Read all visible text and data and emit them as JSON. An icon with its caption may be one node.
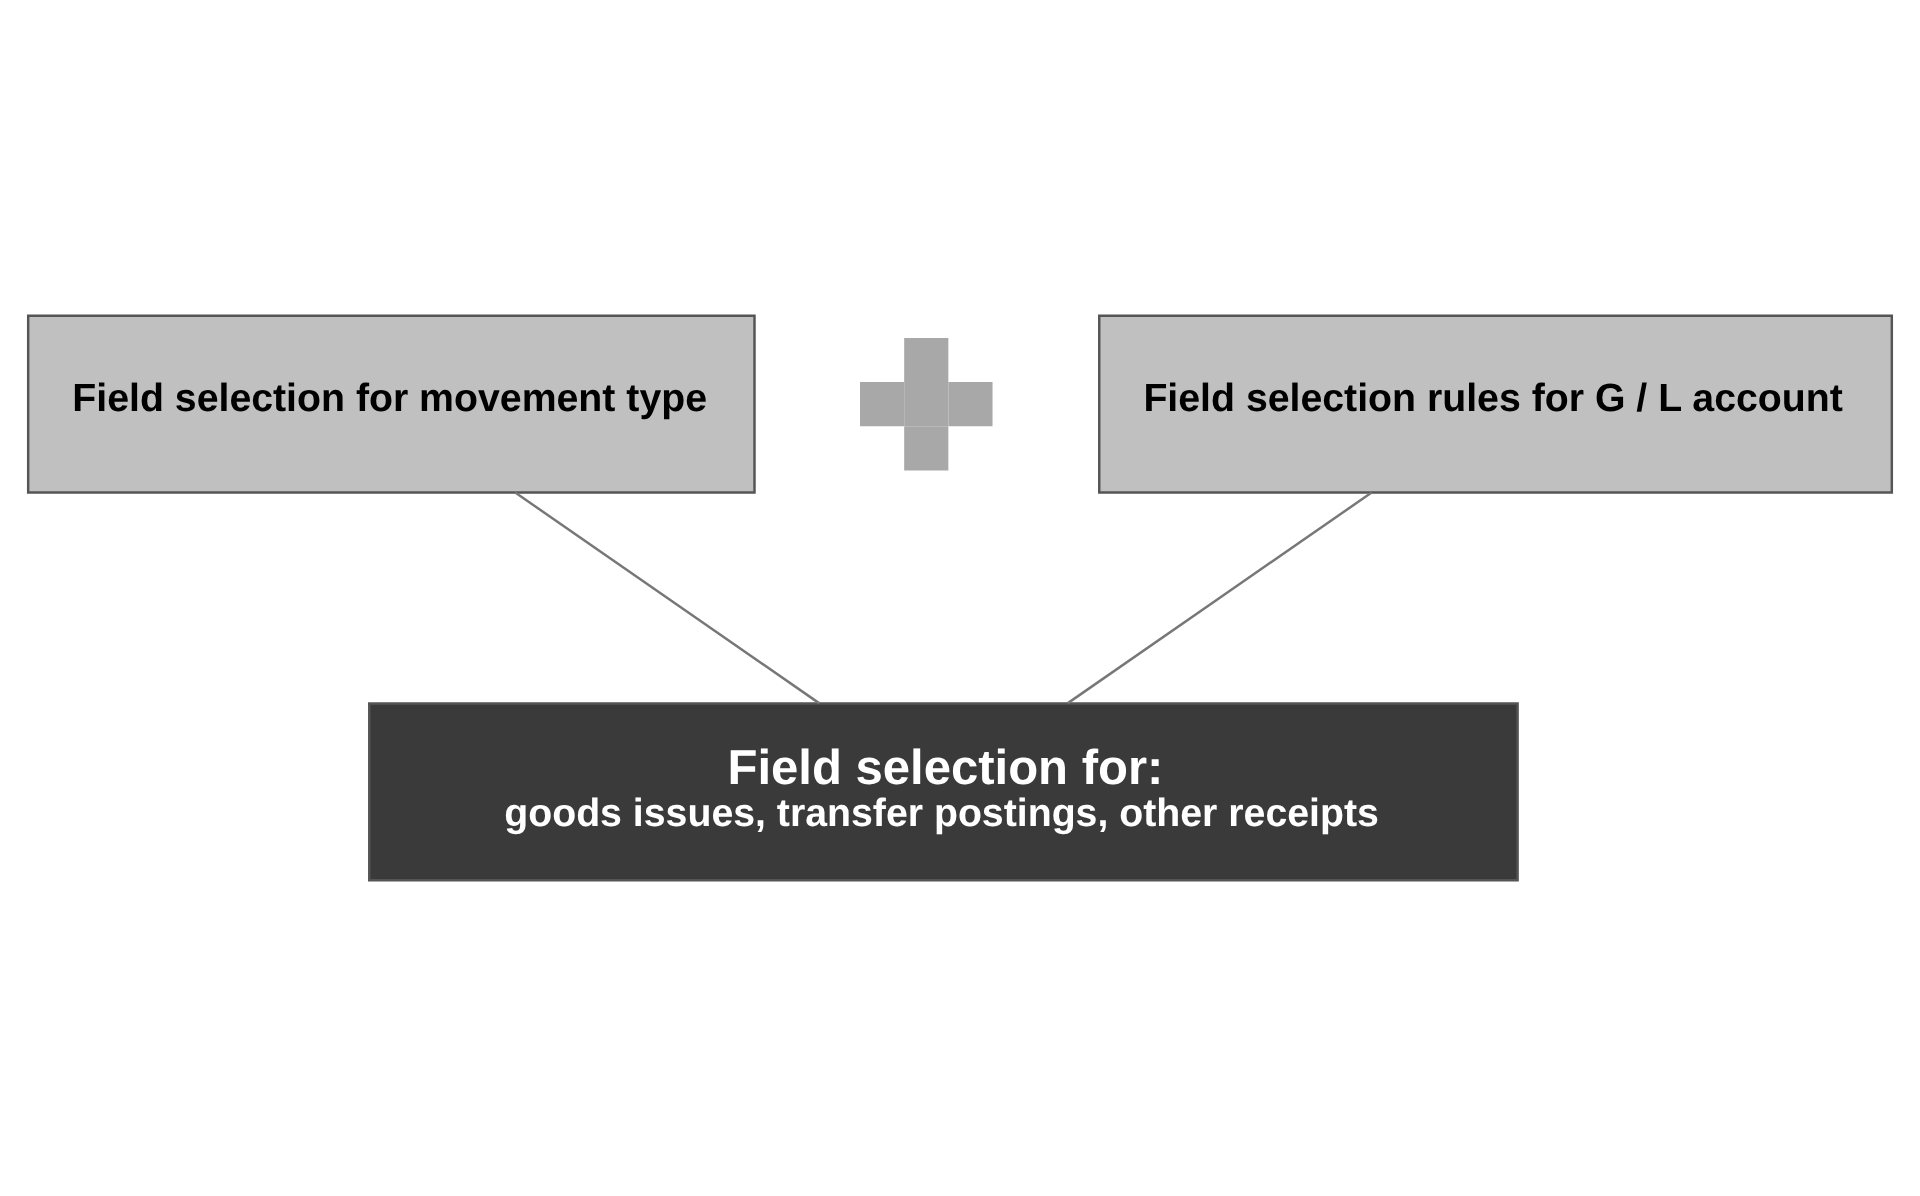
{
  "diagram": {
    "nodes": [
      {
        "text": [
          "Field selection for movement type"
        ]
      },
      {
        "text": [],
        "shape": "plus"
      },
      {
        "text": [
          "Field selection rules for G / L account"
        ]
      },
      {
        "text": [
          "Field selection for:",
          "goods issues, transfer postings, other receipts"
        ]
      }
    ],
    "edges": [
      {
        "from": 0,
        "to": 3,
        "arrow": "none"
      },
      {
        "from": 2,
        "to": 3,
        "arrow": "none"
      }
    ]
  }
}
